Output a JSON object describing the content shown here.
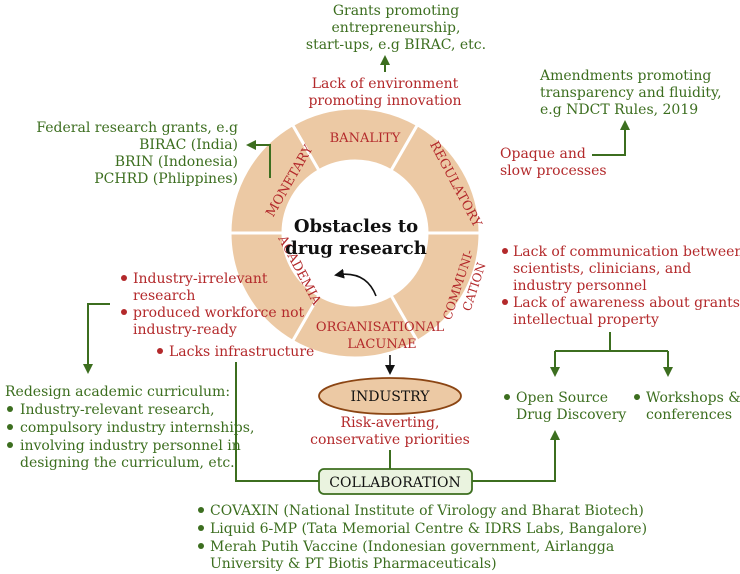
{
  "center": {
    "line1": "Obstacles to",
    "line2": "drug research"
  },
  "segments": {
    "banality": "BANALITY",
    "regulatory": "REGULATORY",
    "communication_1": "COMMUNI-",
    "communication_2": "CATION",
    "organisational_1": "ORGANISATIONAL",
    "organisational_2": "LACUNAE",
    "academia": "ACADEMIA",
    "monetary": "MONETARY"
  },
  "top": {
    "problem": [
      "Lack of environment",
      "promoting innovation"
    ],
    "solution": [
      "Grants promoting",
      "entrepreneurship,",
      "start-ups, e.g BIRAC, etc."
    ]
  },
  "regulatory": {
    "problem": [
      "Opaque and",
      "slow processes"
    ],
    "solution": [
      "Amendments promoting",
      "transparency and fluidity,",
      "e.g NDCT Rules, 2019"
    ]
  },
  "monetary": {
    "solution": [
      "Federal research grants, e.g",
      "BIRAC (India)",
      "BRIN (Indonesia)",
      "PCHRD (Phlippines)"
    ]
  },
  "communication": {
    "problems": [
      [
        "Lack of communication between",
        "scientists, clinicians, and",
        "industry personnel"
      ],
      [
        "Lack of awareness about grants,",
        "intellectual property"
      ]
    ],
    "solutions": [
      [
        "Open Source",
        "Drug Discovery"
      ],
      [
        "Workshops &",
        "conferences"
      ]
    ]
  },
  "academia": {
    "problems": [
      [
        "Industry-irrelevant",
        "research"
      ],
      [
        "produced workforce not",
        "industry-ready"
      ]
    ],
    "infrastructure": "Lacks infrastructure",
    "solution_title": "Redesign academic curriculum:",
    "solutions": [
      [
        "Industry-relevant research,"
      ],
      [
        "compulsory industry internships,"
      ],
      [
        "involving industry personnel in",
        "designing the curriculum, etc."
      ]
    ]
  },
  "industry": {
    "label": "INDUSTRY",
    "problem": [
      "Risk-averting,",
      "conservative priorities"
    ]
  },
  "collaboration": {
    "label": "COLLABORATION",
    "examples": [
      [
        "COVAXIN (National Institute of Virology and Bharat Biotech)"
      ],
      [
        "Liquid 6-MP (Tata Memorial Centre & IDRS Labs, Bangalore)"
      ],
      [
        "Merah Putih Vaccine (Indonesian government, Airlangga",
        "University & PT Biotis Pharmaceuticals)"
      ]
    ]
  },
  "colors": {
    "green": "#3c6e1f",
    "red": "#b3292b",
    "ring": "#ecc9a4",
    "industry_fill": "#ecc9a4",
    "collab_fill": "#eaf3df"
  }
}
